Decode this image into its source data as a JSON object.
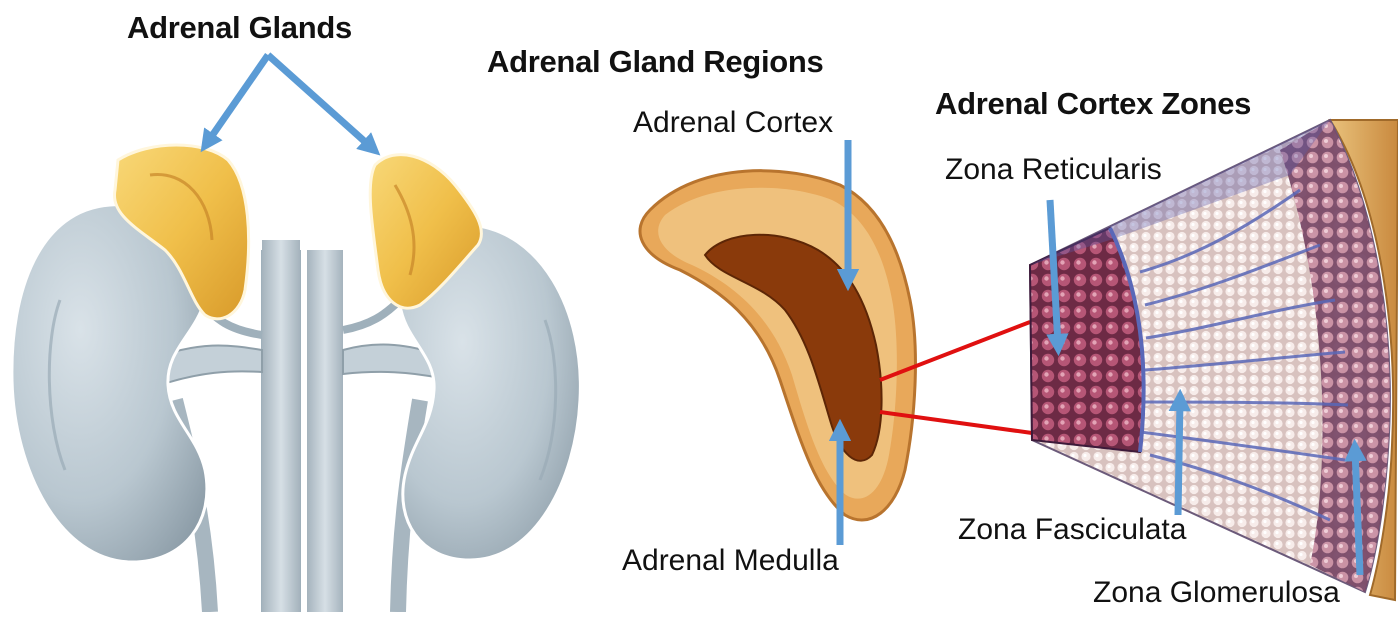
{
  "titles": {
    "glands": "Adrenal Glands",
    "regions": "Adrenal Gland Regions",
    "zones": "Adrenal Cortex Zones"
  },
  "labels": {
    "cortex": "Adrenal Cortex",
    "medulla": "Adrenal Medulla",
    "reticularis": "Zona Reticularis",
    "fasciculata": "Zona Fasciculata",
    "glomerulosa": "Zona Glomerulosa"
  },
  "colors": {
    "arrow": "#5b9bd5",
    "connector": "#e01010",
    "gland": "#f3c24f",
    "kidney": "#b9c7d0",
    "medulla": "#8a3a0b",
    "reticularis": "#a34762",
    "fasciculata": "#f2e2dd",
    "vessels": "#5a68b8"
  }
}
